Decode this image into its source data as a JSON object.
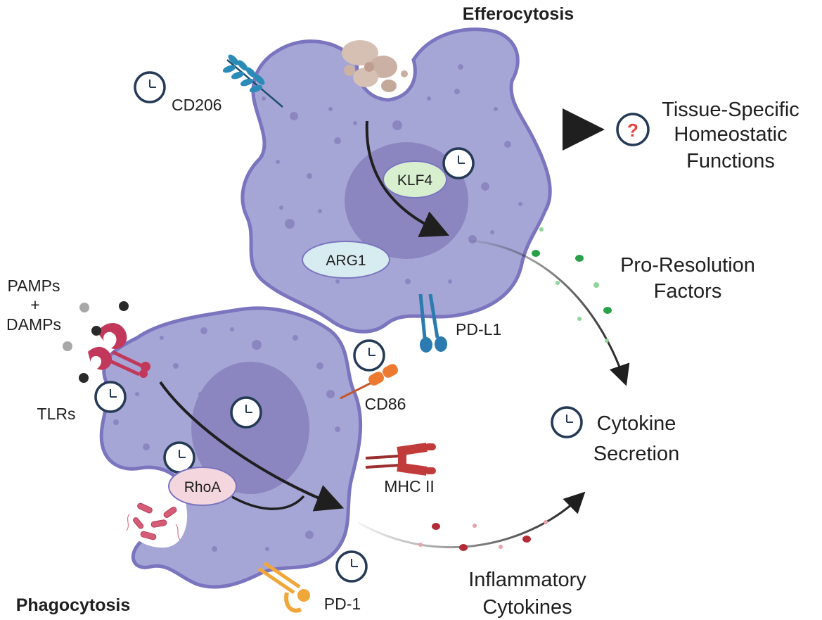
{
  "titles": {
    "efferocytosis": "Efferocytosis",
    "phagocytosis": "Phagocytosis"
  },
  "labels": {
    "cd206": "CD206",
    "klf4": "KLF4",
    "arg1": "ARG1",
    "pdl1": "PD-L1",
    "pamps": "PAMPs",
    "plus": "+",
    "damps": "DAMPs",
    "tlrs": "TLRs",
    "cd86": "CD86",
    "mhc2": "MHC II",
    "rhoa": "RhoA",
    "pd1": "PD-1"
  },
  "outputs": {
    "tissue_line1": "Tissue-Specific",
    "tissue_line2": "Homeostatic",
    "tissue_line3": "Functions",
    "proresolution_line1": "Pro-Resolution",
    "proresolution_line2": "Factors",
    "cytokine_line1": "Cytokine",
    "cytokine_line2": "Secretion",
    "inflammatory_line1": "Inflammatory",
    "inflammatory_line2": "Cytokines"
  },
  "question_mark": "?",
  "colors": {
    "cell_fill": "#a6a6d6",
    "cell_stroke": "#7b74bf",
    "nucleus": "#8c86c0",
    "klf4_fill": "#d8efcf",
    "arg1_fill": "#d7ecf0",
    "rhoa_fill": "#f4d6de",
    "green_dot": "#2aa04a",
    "red_dot": "#b32b37",
    "arrow": "#1f1f1f",
    "receptor_pink": "#c2385a",
    "cd86_orange": "#ee7a32",
    "mhc_red": "#c23b3b",
    "pd1_yellow": "#f0a73a",
    "pdl1_blue": "#2b7bb0",
    "cd206_blue": "#2b8bb7",
    "clock_stroke": "#253a55",
    "question_red": "#e5433f"
  },
  "icons": [
    "clock-icon",
    "question-icon",
    "receptor-icon",
    "bacteria-icon",
    "apoptotic-body-icon"
  ]
}
